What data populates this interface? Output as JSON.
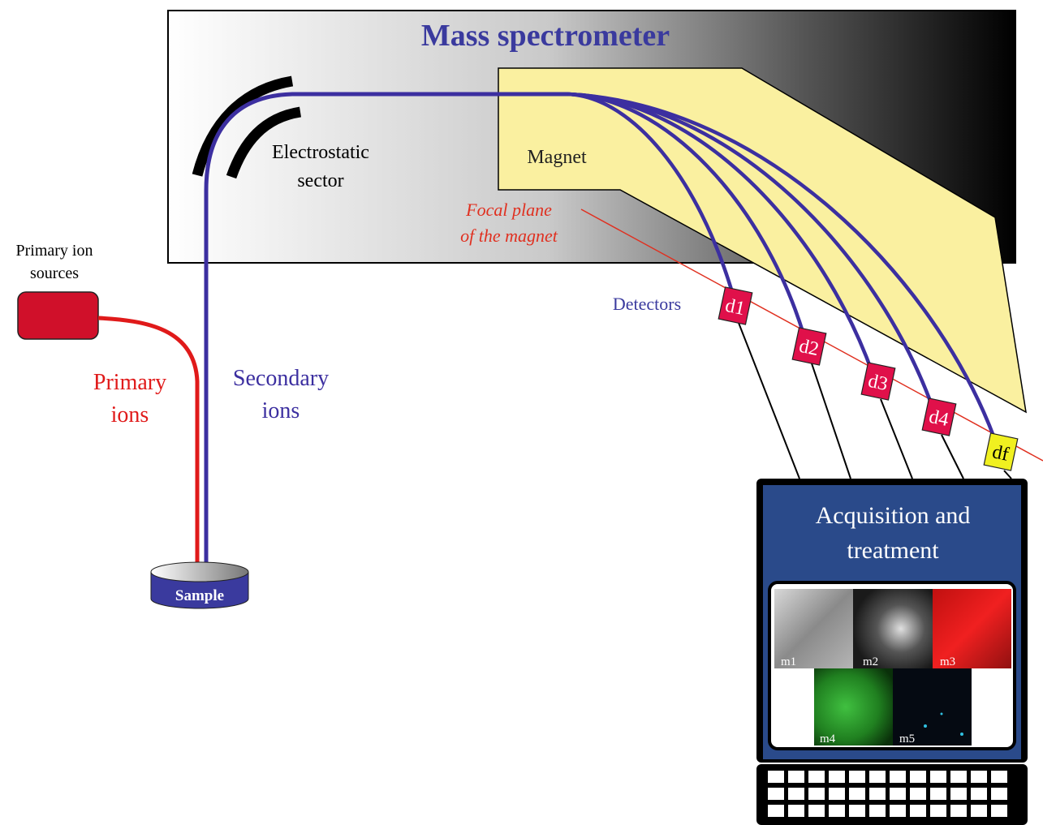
{
  "title": "Mass spectrometer",
  "electrostatic_sector": {
    "line1": "Electrostatic",
    "line2": "sector"
  },
  "magnet": {
    "label": "Magnet"
  },
  "focal_plane": {
    "line1": "Focal plane",
    "line2": "of the magnet"
  },
  "primary_source": {
    "line1": "Primary ion",
    "line2": "sources"
  },
  "primary_ions": {
    "line1": "Primary",
    "line2": "ions"
  },
  "secondary_ions": {
    "line1": "Secondary",
    "line2": "ions"
  },
  "sample": {
    "label": "Sample"
  },
  "detectors": {
    "label": "Detectors",
    "items": [
      "d1",
      "d2",
      "d3",
      "d4",
      "df"
    ]
  },
  "computer": {
    "title_line1": "Acquisition and",
    "title_line2": "treatment",
    "images": [
      "m1",
      "m2",
      "m3",
      "m4",
      "m5"
    ]
  },
  "colors": {
    "title": "#3a3a9e",
    "secondary_beam": "#3c2fa0",
    "primary_beam": "#e01a1a",
    "focal_plane": "#e03020",
    "magnet_fill": "#faf0a0",
    "detector": "#e0104a",
    "detector_final": "#f0f020",
    "monitor": "#2a4a8a",
    "ion_source": "#d0102a"
  }
}
